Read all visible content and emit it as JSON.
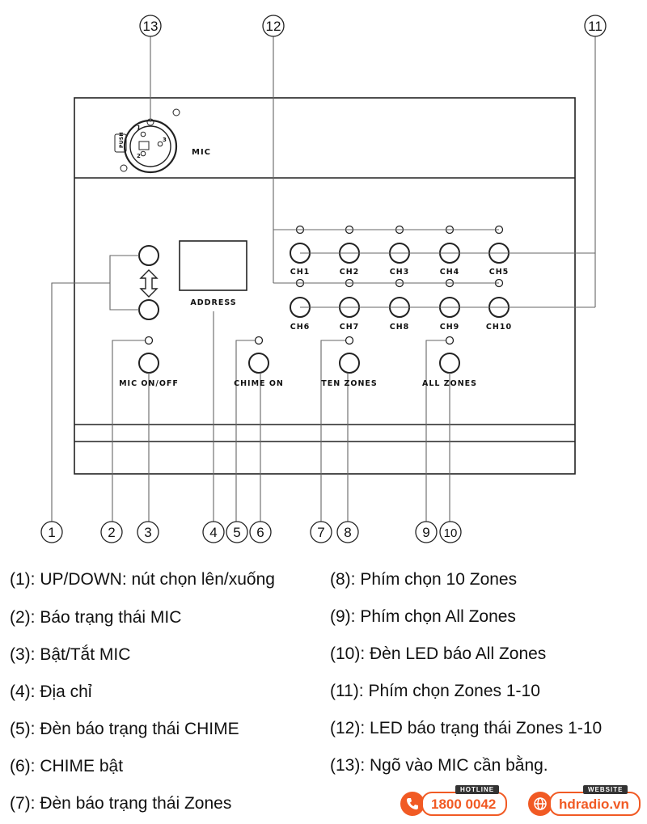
{
  "panel": {
    "mic_label": "MIC",
    "push_label": "PUSH",
    "xlr_pins": [
      "1",
      "2",
      "3"
    ],
    "address_label": "ADDRESS",
    "mic_onoff_label": "MIC ON/OFF",
    "chime_on_label": "CHIME ON",
    "ten_zones_label": "TEN ZONES",
    "all_zones_label": "ALL ZONES",
    "channels": [
      "CH1",
      "CH2",
      "CH3",
      "CH4",
      "CH5",
      "CH6",
      "CH7",
      "CH8",
      "CH9",
      "CH10"
    ]
  },
  "callouts": [
    "1",
    "2",
    "3",
    "4",
    "5",
    "6",
    "7",
    "8",
    "9",
    "10",
    "11",
    "12",
    "13"
  ],
  "legend": {
    "left": [
      "(1): UP/DOWN: nút chọn lên/xuống",
      "(2): Báo trạng thái MIC",
      "(3): Bật/Tắt MIC",
      "(4): Địa chỉ",
      "(5): Đèn báo trạng thái CHIME",
      "(6): CHIME bật",
      "(7): Đèn báo trạng thái Zones"
    ],
    "right": [
      "(8): Phím chọn 10 Zones",
      "(9): Phím chọn All Zones",
      "(10): Đèn LED báo All Zones",
      "(11): Phím chọn Zones 1-10",
      "(12): LED báo trạng thái Zones 1-10",
      "(13): Ngõ vào MIC cần bằng."
    ]
  },
  "contact": {
    "hotline_caption": "HOTLINE",
    "hotline_number": "1800 0042",
    "website_caption": "WEBSITE",
    "website_url": "hdradio.vn",
    "accent_color": "#f15a24"
  }
}
